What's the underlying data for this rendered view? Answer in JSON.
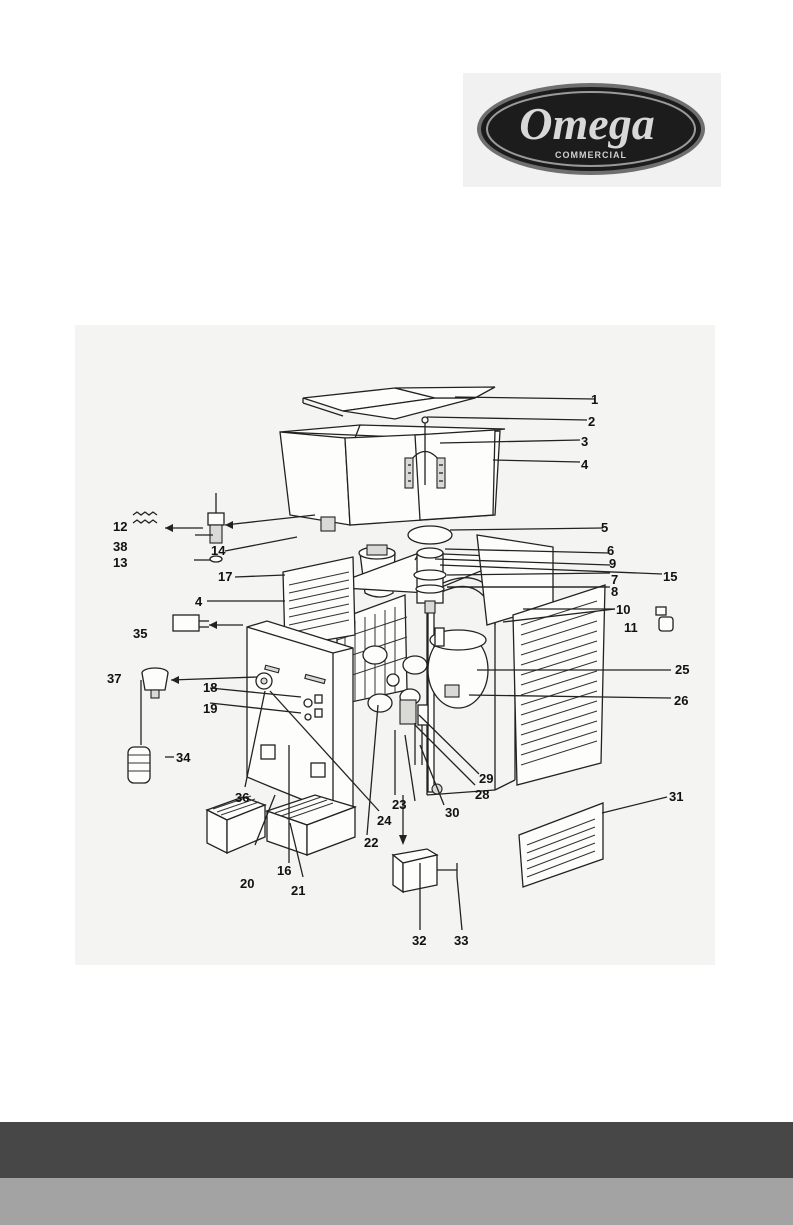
{
  "logo": {
    "brand": "Omega",
    "sub": "COMMERCIAL",
    "colors": {
      "badge": "#1c1c1c",
      "rim": "#8a8a8a",
      "text": "#d8d8d8"
    }
  },
  "diagram": {
    "labels": {
      "p1": "1",
      "p2": "2",
      "p3": "3",
      "p4a": "4",
      "p4b": "4",
      "p5": "5",
      "p6": "6",
      "p7": "7",
      "p8": "8",
      "p9": "9",
      "p10": "10",
      "p11": "11",
      "p12": "12",
      "p13": "13",
      "p14": "14",
      "p15": "15",
      "p16": "16",
      "p17": "17",
      "p18": "18",
      "p19": "19",
      "p20": "20",
      "p21": "21",
      "p22": "22",
      "p23": "23",
      "p24": "24",
      "p25": "25",
      "p26": "26",
      "p28": "28",
      "p29": "29",
      "p30": "30",
      "p31": "31",
      "p32": "32",
      "p33": "33",
      "p34": "34",
      "p35": "35",
      "p36": "36",
      "p37": "37",
      "p38": "38"
    }
  },
  "footer": {
    "dark_color": "#474747",
    "light_color": "#a3a3a3"
  }
}
